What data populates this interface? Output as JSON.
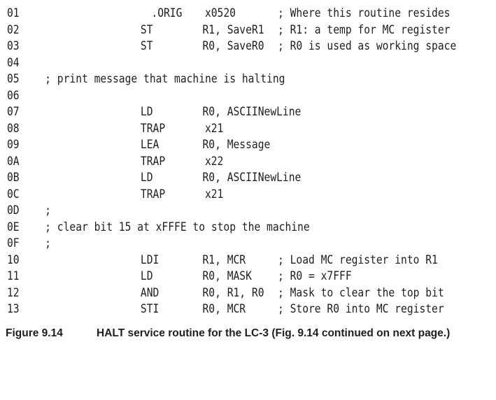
{
  "lines": [
    {
      "num": "01",
      "label": "",
      "op": ".ORIG",
      "args": "x0520",
      "comment": "; Where this routine resides"
    },
    {
      "num": "02",
      "label": "",
      "op": "ST",
      "args": "R1, SaveR1",
      "comment": "; R1: a temp for MC register"
    },
    {
      "num": "03",
      "label": "",
      "op": "ST",
      "args": "R0, SaveR0",
      "comment": "; R0 is used as working space"
    },
    {
      "num": "04",
      "label": "",
      "op": "",
      "args": "",
      "comment": ""
    },
    {
      "num": "05",
      "label": "; print message that machine is halting",
      "op": "",
      "args": "",
      "comment": ""
    },
    {
      "num": "06",
      "label": "",
      "op": "",
      "args": "",
      "comment": ""
    },
    {
      "num": "07",
      "label": "",
      "op": "LD",
      "args": "R0, ASCIINewLine",
      "comment": ""
    },
    {
      "num": "08",
      "label": "",
      "op": "TRAP",
      "args": "x21",
      "comment": ""
    },
    {
      "num": "09",
      "label": "",
      "op": "LEA",
      "args": "R0, Message",
      "comment": ""
    },
    {
      "num": "0A",
      "label": "",
      "op": "TRAP",
      "args": "x22",
      "comment": ""
    },
    {
      "num": "0B",
      "label": "",
      "op": "LD",
      "args": "R0, ASCIINewLine",
      "comment": ""
    },
    {
      "num": "0C",
      "label": "",
      "op": "TRAP",
      "args": "x21",
      "comment": ""
    },
    {
      "num": "0D",
      "label": ";",
      "op": "",
      "args": "",
      "comment": ""
    },
    {
      "num": "0E",
      "label": "; clear bit 15 at xFFFE to stop the machine",
      "op": "",
      "args": "",
      "comment": ""
    },
    {
      "num": "0F",
      "label": ";",
      "op": "",
      "args": "",
      "comment": ""
    },
    {
      "num": "10",
      "label": "",
      "op": "LDI",
      "args": "R1, MCR",
      "comment": "; Load MC register into R1"
    },
    {
      "num": "11",
      "label": "",
      "op": "LD",
      "args": "R0, MASK",
      "comment": "; R0 = x7FFF"
    },
    {
      "num": "12",
      "label": "",
      "op": "AND",
      "args": "R0, R1, R0",
      "comment": "; Mask to clear the top bit"
    },
    {
      "num": "13",
      "label": "",
      "op": "STI",
      "args": "R0, MCR",
      "comment": "; Store R0 into MC register"
    }
  ],
  "caption": {
    "figure": "Figure 9.14",
    "text": "HALT service routine for the LC-3 (Fig. 9.14 continued on next page.)"
  }
}
